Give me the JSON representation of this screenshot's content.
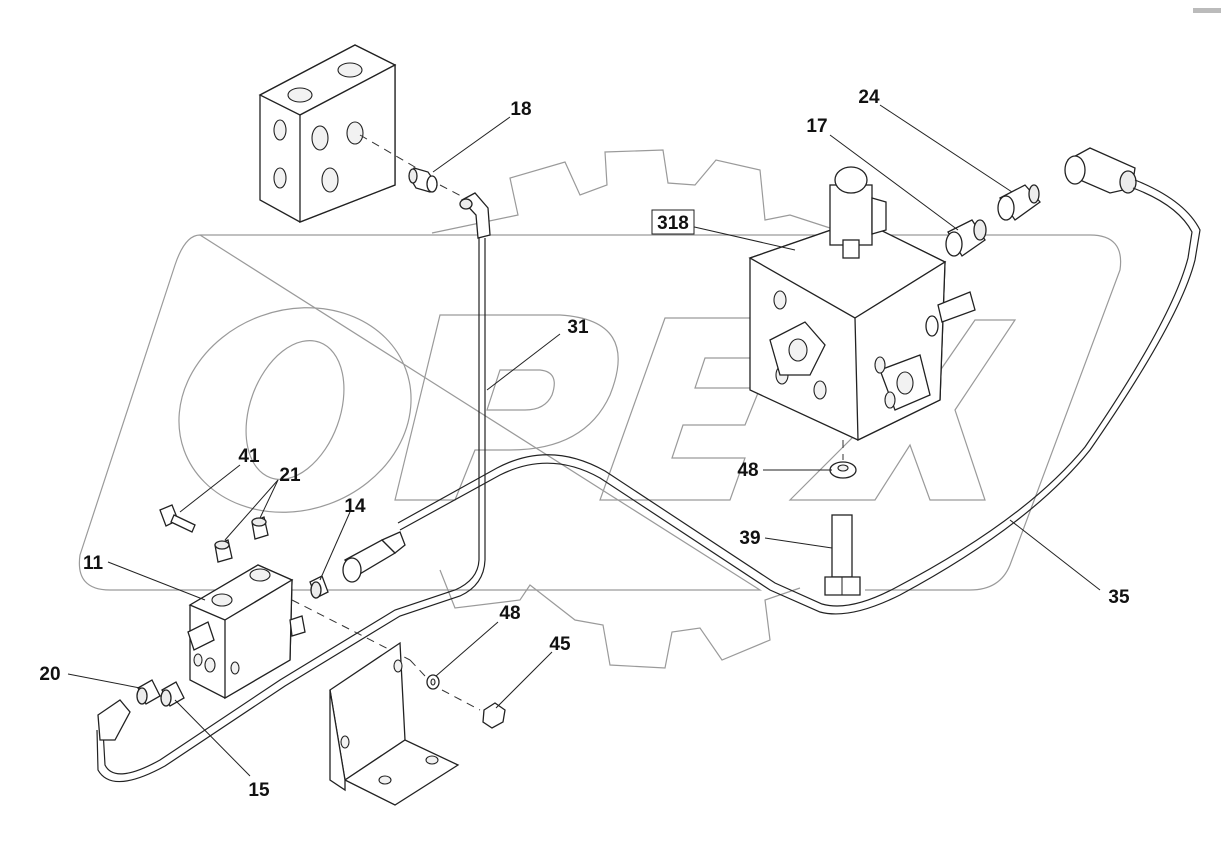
{
  "watermark": {
    "logo_text": "OPEX"
  },
  "corner_mark": "",
  "labels": {
    "l318": "318",
    "l24": "24",
    "l17": "17",
    "l18": "18",
    "l31": "31",
    "l48a": "48",
    "l39": "39",
    "l35": "35",
    "l41": "41",
    "l21": "21",
    "l14": "14",
    "l11": "11",
    "l20": "20",
    "l15": "15",
    "l48b": "48",
    "l45": "45"
  },
  "colors": {
    "line": "#222222",
    "watermark": "#9a9a9a",
    "background": "#ffffff"
  }
}
